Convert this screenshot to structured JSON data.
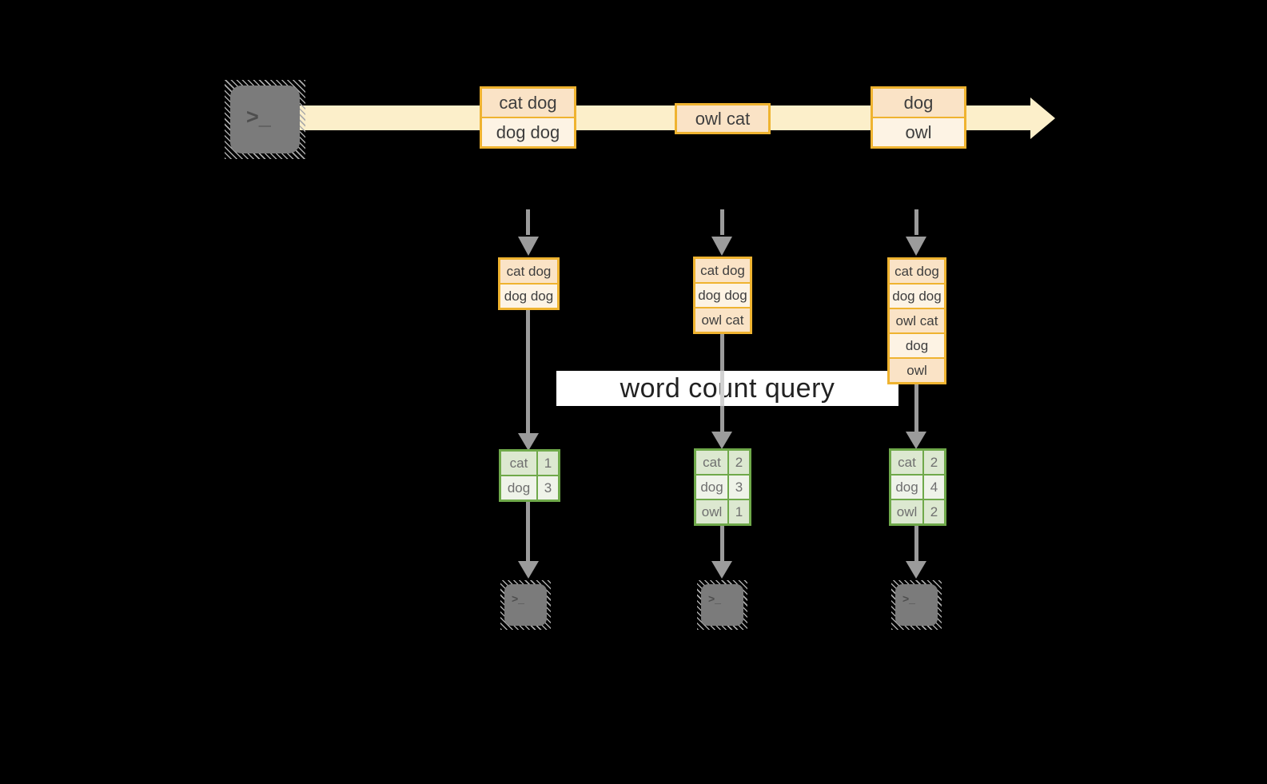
{
  "banner": {
    "label": "word count query"
  },
  "terminal": {
    "glyph": ">_"
  },
  "stream": {
    "events": [
      {
        "rows": [
          "cat dog",
          "dog dog"
        ]
      },
      {
        "rows": [
          "owl cat"
        ]
      },
      {
        "rows": [
          "dog",
          "owl"
        ]
      }
    ]
  },
  "columns": [
    {
      "buffer": [
        "cat dog",
        "dog dog"
      ],
      "counts": [
        {
          "word": "cat",
          "count": "1"
        },
        {
          "word": "dog",
          "count": "3"
        }
      ]
    },
    {
      "buffer": [
        "cat dog",
        "dog dog",
        "owl cat"
      ],
      "counts": [
        {
          "word": "cat",
          "count": "2"
        },
        {
          "word": "dog",
          "count": "3"
        },
        {
          "word": "owl",
          "count": "1"
        }
      ]
    },
    {
      "buffer": [
        "cat dog",
        "dog dog",
        "owl cat",
        "dog",
        "owl"
      ],
      "counts": [
        {
          "word": "cat",
          "count": "2"
        },
        {
          "word": "dog",
          "count": "4"
        },
        {
          "word": "owl",
          "count": "2"
        }
      ]
    }
  ],
  "colors": {
    "background": "#000000",
    "stream_band": "#fcefca",
    "box_border": "#efb330",
    "cell_peach": "#fae3c6",
    "cell_cream": "#fdf3e4",
    "table_border": "#6fa94a",
    "table_row_dark": "#dce8d0",
    "table_row_light": "#eff3e9",
    "arrow_gray": "#9b9b9b",
    "terminal_gray": "#7b7b7b",
    "banner_bg": "#ffffff"
  }
}
